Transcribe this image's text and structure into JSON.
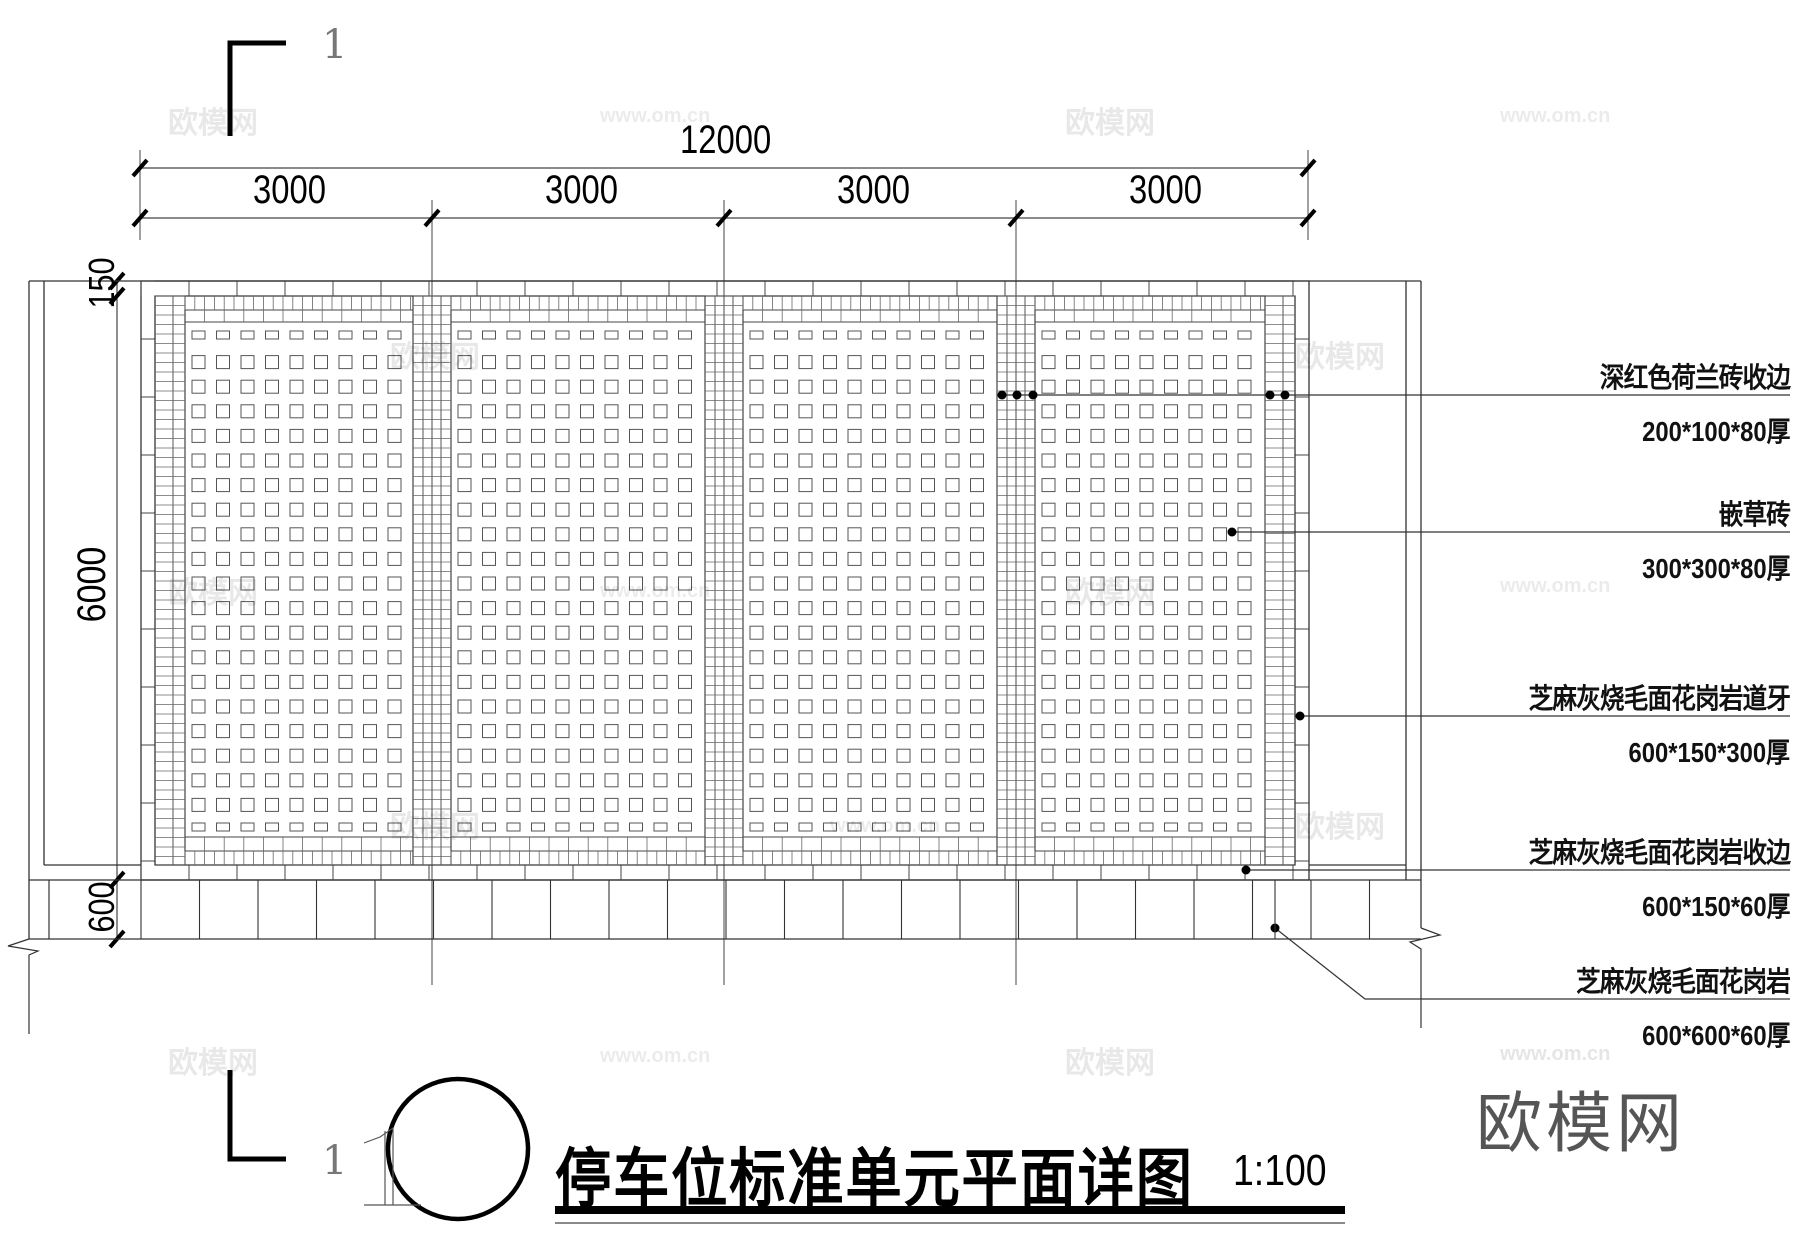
{
  "drawing": {
    "title": "停车位标准单元平面详图",
    "scale": "1:100",
    "detail_number": "1",
    "section_mark": "1"
  },
  "dimensions": {
    "overall_width": "12000",
    "bay_widths": [
      "3000",
      "3000",
      "3000",
      "3000"
    ],
    "depth": "6000",
    "curb_depth": "150",
    "paving_depth": "600"
  },
  "callouts": [
    {
      "name": "深红色荷兰砖收边",
      "spec": "200*100*80厚"
    },
    {
      "name": "嵌草砖",
      "spec": "300*300*80厚"
    },
    {
      "name": "芝麻灰烧毛面花岗岩道牙",
      "spec": "600*150*300厚"
    },
    {
      "name": "芝麻灰烧毛面花岗岩收边",
      "spec": "600*150*60厚"
    },
    {
      "name": "芝麻灰烧毛面花岗岩",
      "spec": "600*600*60厚"
    }
  ],
  "watermark": {
    "logo": "欧模网",
    "url": "www.om.cn"
  },
  "colors": {
    "line": "#333333",
    "thin_line": "#555555",
    "logo": "#555555"
  }
}
